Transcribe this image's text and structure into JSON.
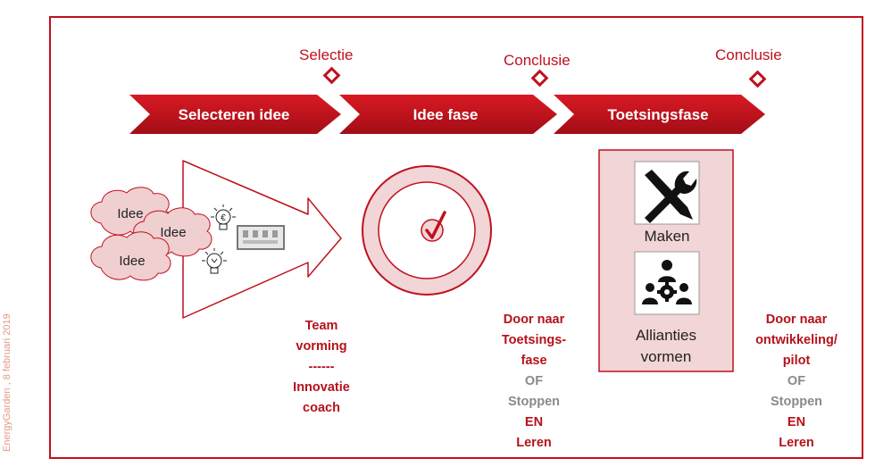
{
  "sidebar": {
    "footer": "EnergyGarden , 8 februari 2019"
  },
  "milestones": [
    "Selectie",
    "Conclusie",
    "Conclusie"
  ],
  "phases": [
    "Selecteren idee",
    "Idee fase",
    "Toetsingsfase"
  ],
  "funnel": {
    "ideas": [
      "Idee",
      "Idee",
      "Idee"
    ]
  },
  "toets_box": {
    "maken": "Maken",
    "allianties": [
      "Allianties",
      "vormen"
    ]
  },
  "columns": {
    "team": [
      "Team",
      "vorming",
      "------",
      "Innovatie",
      "coach"
    ],
    "idee": [
      {
        "text": "Door naar",
        "tone": "red"
      },
      {
        "text": "Toetsings-",
        "tone": "red"
      },
      {
        "text": "fase",
        "tone": "red"
      },
      {
        "text": "OF",
        "tone": "gray"
      },
      {
        "text": "Stoppen",
        "tone": "gray"
      },
      {
        "text": "EN",
        "tone": "red"
      },
      {
        "text": "Leren",
        "tone": "red"
      }
    ],
    "toets": [
      {
        "text": "Door naar",
        "tone": "red"
      },
      {
        "text": "ontwikkeling/",
        "tone": "red"
      },
      {
        "text": "pilot",
        "tone": "red"
      },
      {
        "text": "OF",
        "tone": "gray"
      },
      {
        "text": "Stoppen",
        "tone": "gray"
      },
      {
        "text": "EN",
        "tone": "red"
      },
      {
        "text": "Leren",
        "tone": "red"
      }
    ]
  },
  "colors": {
    "accent": "#c0101e",
    "dark": "#a10f17",
    "pink": "#f2d5d6",
    "cloud": "#f0cfd0"
  },
  "icons": [
    "lightbulb-euro-icon",
    "lightbulb-icon",
    "building-icon",
    "checkmark-icon",
    "tools-icon",
    "team-gear-icon"
  ]
}
